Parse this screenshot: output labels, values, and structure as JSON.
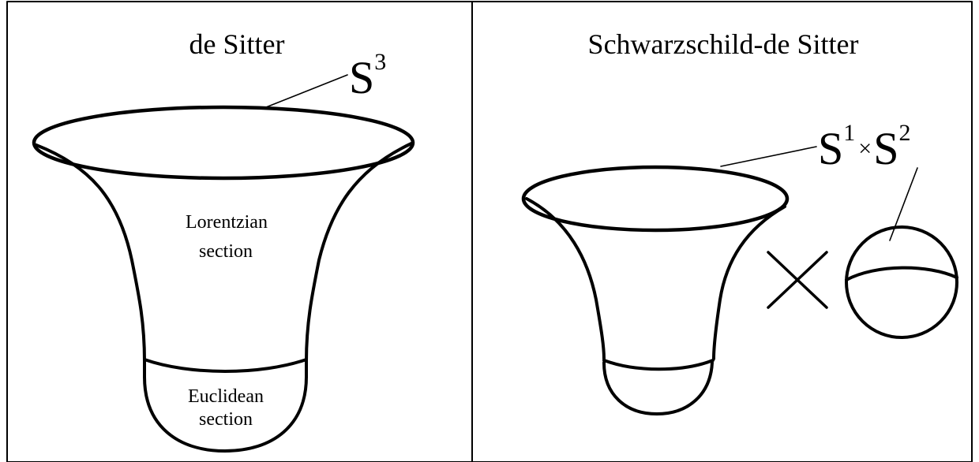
{
  "left_panel": {
    "title": "de Sitter",
    "boundary_label": {
      "base": "S",
      "sup": "3"
    },
    "lorentzian_label": [
      "Lorentzian",
      "section"
    ],
    "euclidean_label": [
      "Euclidean",
      "section"
    ]
  },
  "right_panel": {
    "title": "Schwarzschild-de Sitter",
    "boundary_label": {
      "base1": "S",
      "sup1": "1",
      "times": "×",
      "base2": "S",
      "sup2": "2"
    },
    "product_symbol": "×"
  }
}
